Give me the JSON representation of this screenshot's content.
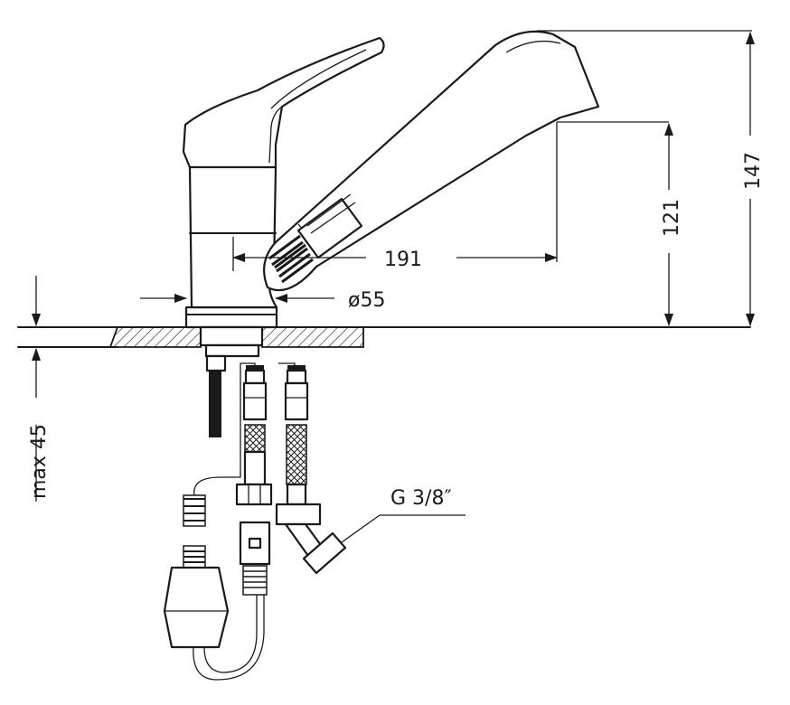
{
  "dimensions": {
    "height_total": "147",
    "height_spout": "121",
    "reach": "191",
    "base_diameter": "ø55",
    "max_thickness": "max 45",
    "thread": "G 3/8″"
  }
}
